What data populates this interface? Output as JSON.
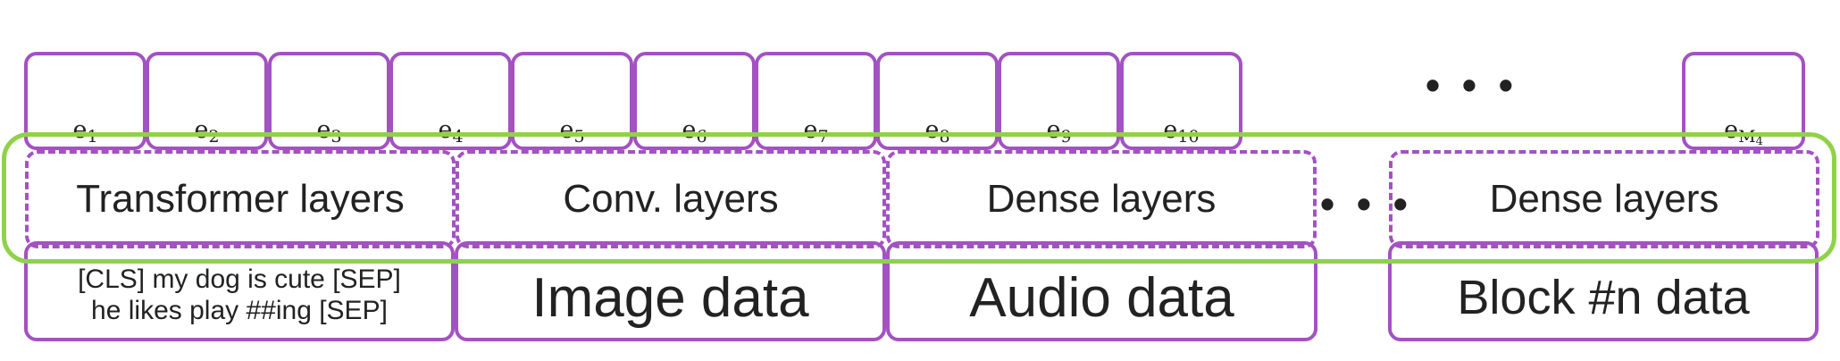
{
  "colors": {
    "purple": "#a352c2",
    "green": "#8fd24a",
    "text": "#222222"
  },
  "tokens": [
    {
      "base": "e",
      "sub": "1"
    },
    {
      "base": "e",
      "sub": "2"
    },
    {
      "base": "e",
      "sub": "3"
    },
    {
      "base": "e",
      "sub": "4"
    },
    {
      "base": "e",
      "sub": "5"
    },
    {
      "base": "e",
      "sub": "6"
    },
    {
      "base": "e",
      "sub": "7"
    },
    {
      "base": "e",
      "sub": "8"
    },
    {
      "base": "e",
      "sub": "9"
    },
    {
      "base": "e",
      "sub": "10"
    }
  ],
  "last_token": {
    "base": "e",
    "sub": "M",
    "subsub": "4"
  },
  "ellipsis": "• • •",
  "layers": [
    "Transformer layers",
    "Conv. layers",
    "Dense layers",
    "Dense layers"
  ],
  "data_blocks": [
    "[CLS] my dog is cute [SEP]\nhe likes play ##ing [SEP]",
    "Image data",
    "Audio data",
    "Block #n data"
  ]
}
